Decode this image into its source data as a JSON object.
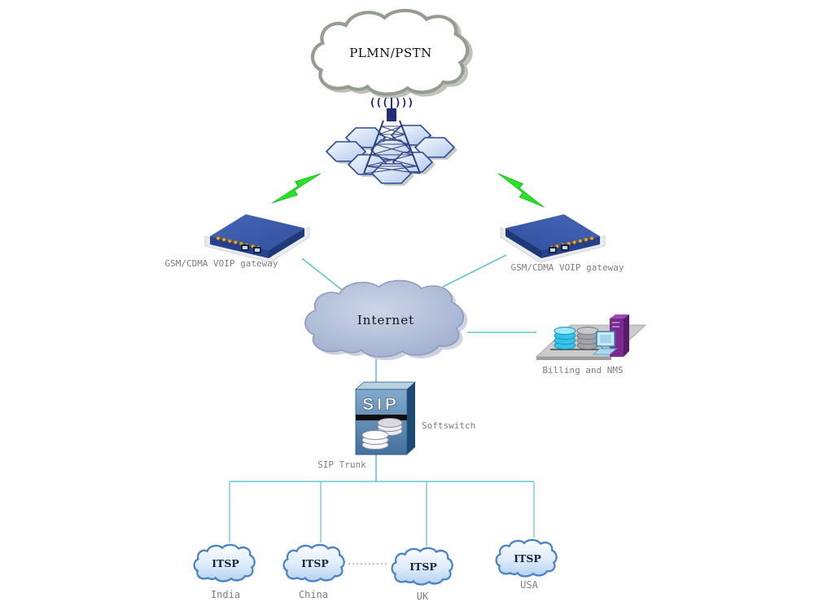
{
  "diagram": {
    "plmn_cloud": {
      "label": "PLMN/PSTN"
    },
    "tower": {
      "signal_text": "((( )))"
    },
    "gateways": {
      "left_label": "GSM/CDMA VOIP gateway",
      "right_label": "GSM/CDMA VOIP gateway"
    },
    "internet_cloud": {
      "label": "Internet"
    },
    "billing": {
      "label": "Billing and NMS"
    },
    "softswitch": {
      "box_text": "SIP",
      "label": "Softswitch"
    },
    "sip_trunk": {
      "label": "SIP Trunk"
    },
    "itsp_nodes": [
      {
        "label": "ITSP",
        "country": "India"
      },
      {
        "label": "ITSP",
        "country": "China"
      },
      {
        "label": "ITSP",
        "country": "UK"
      },
      {
        "label": "ITSP",
        "country": "USA"
      }
    ],
    "colors": {
      "connector": "#5fc6c6",
      "drop_connector": "#93d6d8",
      "lightning": "#28e228",
      "gateway_blue": "#3b5cae",
      "internet_fill": "#aab9d6",
      "itsp_stroke": "#4a82c8",
      "sip_front": "#4a78a4",
      "billing_purple": "#7b2a91",
      "db_cyan": "#38c2e8",
      "label_gray": "#7d7d7d"
    }
  }
}
